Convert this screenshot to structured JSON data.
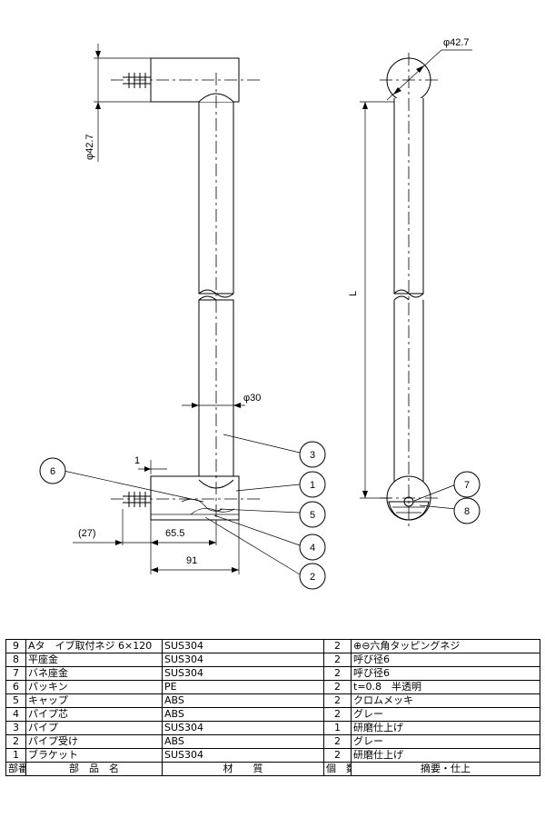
{
  "drawing": {
    "dims": {
      "phi_top_right": "φ42.7",
      "phi_side": "φ42.7",
      "phi_pipe": "φ30",
      "length": "L",
      "gap": "1",
      "offset": "(27)",
      "depth": "65.5",
      "width": "91"
    },
    "callouts": [
      "6",
      "3",
      "1",
      "5",
      "4",
      "2",
      "7",
      "8"
    ]
  },
  "table": {
    "headers": [
      "部番",
      "部　品　名",
      "材　　質",
      "個　数",
      "摘要・仕上"
    ],
    "rows": [
      [
        "9",
        "Aタ　イブ取付ネジ 6×120",
        "SUS304",
        "2",
        "⊕⊖六角タッピングネジ"
      ],
      [
        "8",
        "平座金",
        "SUS304",
        "2",
        "呼び径6"
      ],
      [
        "7",
        "バネ座金",
        "SUS304",
        "2",
        "呼び径6"
      ],
      [
        "6",
        "パッキン",
        "PE",
        "2",
        "t=0.8　半透明"
      ],
      [
        "5",
        "キャップ",
        "ABS",
        "2",
        "クロムメッキ"
      ],
      [
        "4",
        "パイプ芯",
        "ABS",
        "2",
        "グレー"
      ],
      [
        "3",
        "パイプ",
        "SUS304",
        "1",
        "研磨仕上げ"
      ],
      [
        "2",
        "パイプ受け",
        "ABS",
        "2",
        "グレー"
      ],
      [
        "1",
        "ブラケット",
        "SUS304",
        "2",
        "研磨仕上げ"
      ]
    ]
  }
}
